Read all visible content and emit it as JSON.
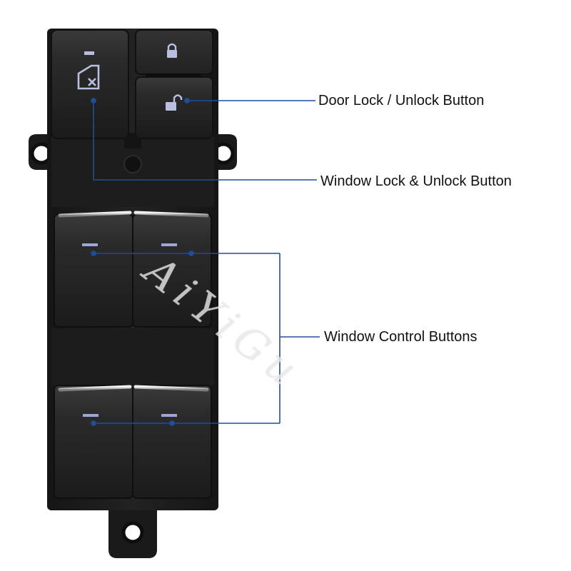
{
  "callouts": {
    "door_lock": "Door Lock / Unlock Button",
    "window_lock": "Window Lock & Unlock Button",
    "window_controls": "Window Control Buttons"
  },
  "watermark": "AiYiGu",
  "colors": {
    "leader_line": "#1f4e9a",
    "housing": "#1c1c1c",
    "button": "#2a2a2a",
    "chrome_trim": "#d8d8d8",
    "icon_light": "#9fa6d6"
  },
  "icons": {
    "window_lock": "window-lock-icon",
    "door_lock": "lock-closed-icon",
    "door_unlock": "lock-open-icon"
  }
}
